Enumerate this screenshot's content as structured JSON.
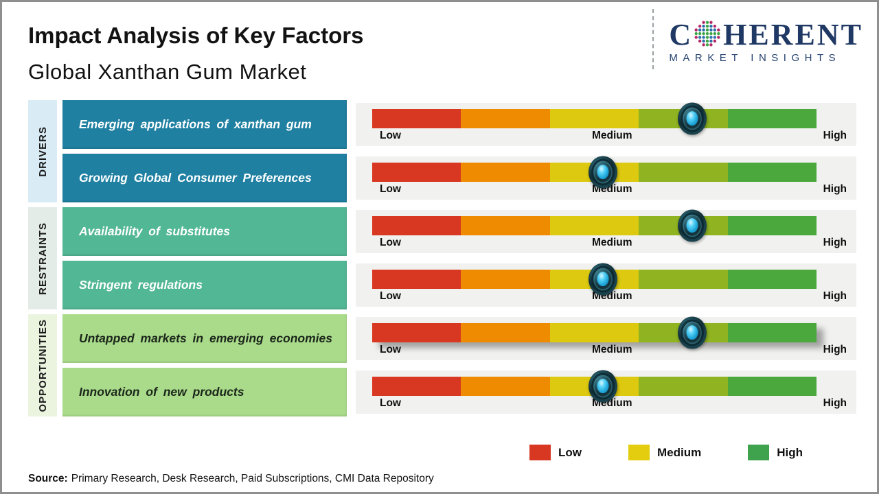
{
  "header": {
    "title": "Impact Analysis of Key Factors",
    "subtitle": "Global Xanthan Gum Market"
  },
  "logo": {
    "name_prefix": "C",
    "name_suffix": "HERENT",
    "tagline": "MARKET INSIGHTS",
    "navy": "#1f3864",
    "globe_dot_colors": {
      "green": "#3ca444",
      "blue": "#2c6fa8",
      "magenta": "#b42767"
    }
  },
  "scale_labels": {
    "low": "Low",
    "medium": "Medium",
    "high": "High"
  },
  "bar_segment_colors": [
    "#d83822",
    "#ef8b00",
    "#ddc90f",
    "#8fb321",
    "#4aa83c"
  ],
  "marker_colors": {
    "ring": "#173c46",
    "ball": "#29b6e8"
  },
  "groups": [
    {
      "label": "DRIVERS",
      "strip_bg": "#d9ecf6",
      "box_bg": "#1f80a2",
      "box_text_color": "#ffffff",
      "rows": [
        {
          "factor": "Emerging applications of xanthan gum",
          "impact_percent": 72
        },
        {
          "factor": "Growing Global Consumer Preferences",
          "impact_percent": 52
        }
      ]
    },
    {
      "label": "RESTRAINTS",
      "strip_bg": "#e3ece7",
      "box_bg": "#52b795",
      "box_text_color": "#ffffff",
      "rows": [
        {
          "factor": "Availability of substitutes",
          "impact_percent": 72
        },
        {
          "factor": "Stringent regulations",
          "impact_percent": 52
        }
      ]
    },
    {
      "label": "OPPORTUNITIES",
      "strip_bg": "#eaf4df",
      "box_bg": "#a9db8b",
      "box_text_color": "#1c261a",
      "rows": [
        {
          "factor": "Untapped markets in emerging economies",
          "impact_percent": 72,
          "bar_shadow": true
        },
        {
          "factor": "Innovation of new products",
          "impact_percent": 52
        }
      ]
    }
  ],
  "legend": [
    {
      "label": "Low",
      "color": "#d83822"
    },
    {
      "label": "Medium",
      "color": "#e3cd0e"
    },
    {
      "label": "High",
      "color": "#3fa34d"
    }
  ],
  "source": {
    "label": "Source:",
    "text": "Primary Research, Desk Research, Paid Subscriptions, CMI Data Repository"
  },
  "chart_data": {
    "type": "bar",
    "title": "Impact Analysis of Key Factors",
    "subtitle": "Global Xanthan Gum Market",
    "x_scale": {
      "labels": [
        "Low",
        "Medium",
        "High"
      ],
      "range": [
        0,
        100
      ]
    },
    "rows": [
      {
        "group": "Drivers",
        "factor": "Emerging applications of xanthan gum",
        "impact_percent": 72
      },
      {
        "group": "Drivers",
        "factor": "Growing Global Consumer Preferences",
        "impact_percent": 52
      },
      {
        "group": "Restraints",
        "factor": "Availability of substitutes",
        "impact_percent": 72
      },
      {
        "group": "Restraints",
        "factor": "Stringent regulations",
        "impact_percent": 52
      },
      {
        "group": "Opportunities",
        "factor": "Untapped markets in emerging economies",
        "impact_percent": 72
      },
      {
        "group": "Opportunities",
        "factor": "Innovation of new products",
        "impact_percent": 52
      }
    ],
    "legend": [
      "Low",
      "Medium",
      "High"
    ],
    "legend_position": "bottom-right",
    "grid": false
  }
}
